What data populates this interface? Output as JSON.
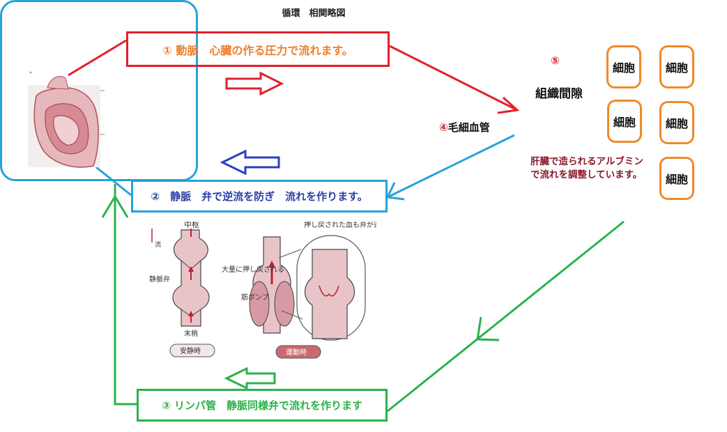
{
  "title": "循環　相関略図",
  "artery": {
    "label": "① 動脈　心臓の作る圧力で流れます。"
  },
  "vein": {
    "label": "②　静脈　弁で逆流を防ぎ　流れを作ります。"
  },
  "lymph": {
    "label": "③ リンパ管　静脈同様弁で流れを作ります"
  },
  "capillary": {
    "number": "④",
    "label": "毛細血管"
  },
  "tissue": {
    "number": "⑤",
    "label": "組織間隙",
    "cells": [
      "細胞",
      "細胞",
      "細胞",
      "細胞",
      "細胞"
    ],
    "albumin_note": "肝臓で造られるアルブミンで流れを調整しています。"
  },
  "vein_figure": {
    "labels": {
      "center": "中枢",
      "valve": "静脈弁",
      "periphery": "末梢",
      "pushed_back": "大量に押し戻される",
      "muscle_pump": "筋ポンプ",
      "blocked": "押し戻された血も弁が逆流を防ぐ",
      "flow": "流",
      "rest": "安静時",
      "exercise": "運動時"
    }
  },
  "colors": {
    "artery": "#e0202c",
    "artery_text": "#f07d2c",
    "vein": "#27a2db",
    "vein_text": "#2b3fa5",
    "lymph": "#2bb24c",
    "cell": "#f08a2a",
    "albumin_text": "#8a1a2a"
  },
  "icons": {
    "heart": "heart-illustration",
    "right_arrow": "hollow-right-arrow",
    "left_arrow": "hollow-left-arrow"
  }
}
